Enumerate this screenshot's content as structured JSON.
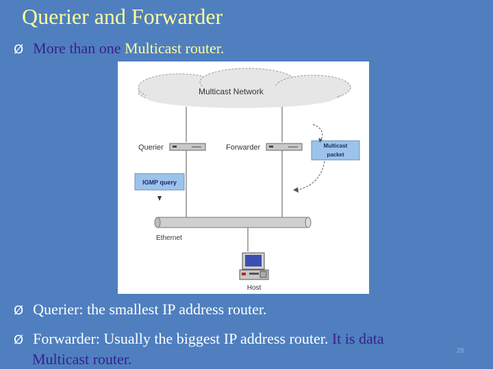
{
  "slide": {
    "title": "Querier and Forwarder",
    "bullets": [
      {
        "arrow": "Ø",
        "part1": "More than one",
        "part2": " Multicast router."
      },
      {
        "arrow": "Ø",
        "text": "Querier: the smallest IP address router."
      },
      {
        "arrow": "Ø",
        "part1": "Forwarder: Usually the biggest IP address router.",
        "part2": " It is data",
        "part3": "Multicast router."
      }
    ],
    "page_number": "26"
  },
  "diagram": {
    "cloud_label": "Multicast Network",
    "querier_label": "Querier",
    "forwarder_label": "Forwarder",
    "multicast_packet_label_line1": "Multicast",
    "multicast_packet_label_line2": "packet",
    "igmp_label": "IGMP query",
    "ethernet_label": "Ethernet",
    "host_label": "Host"
  }
}
